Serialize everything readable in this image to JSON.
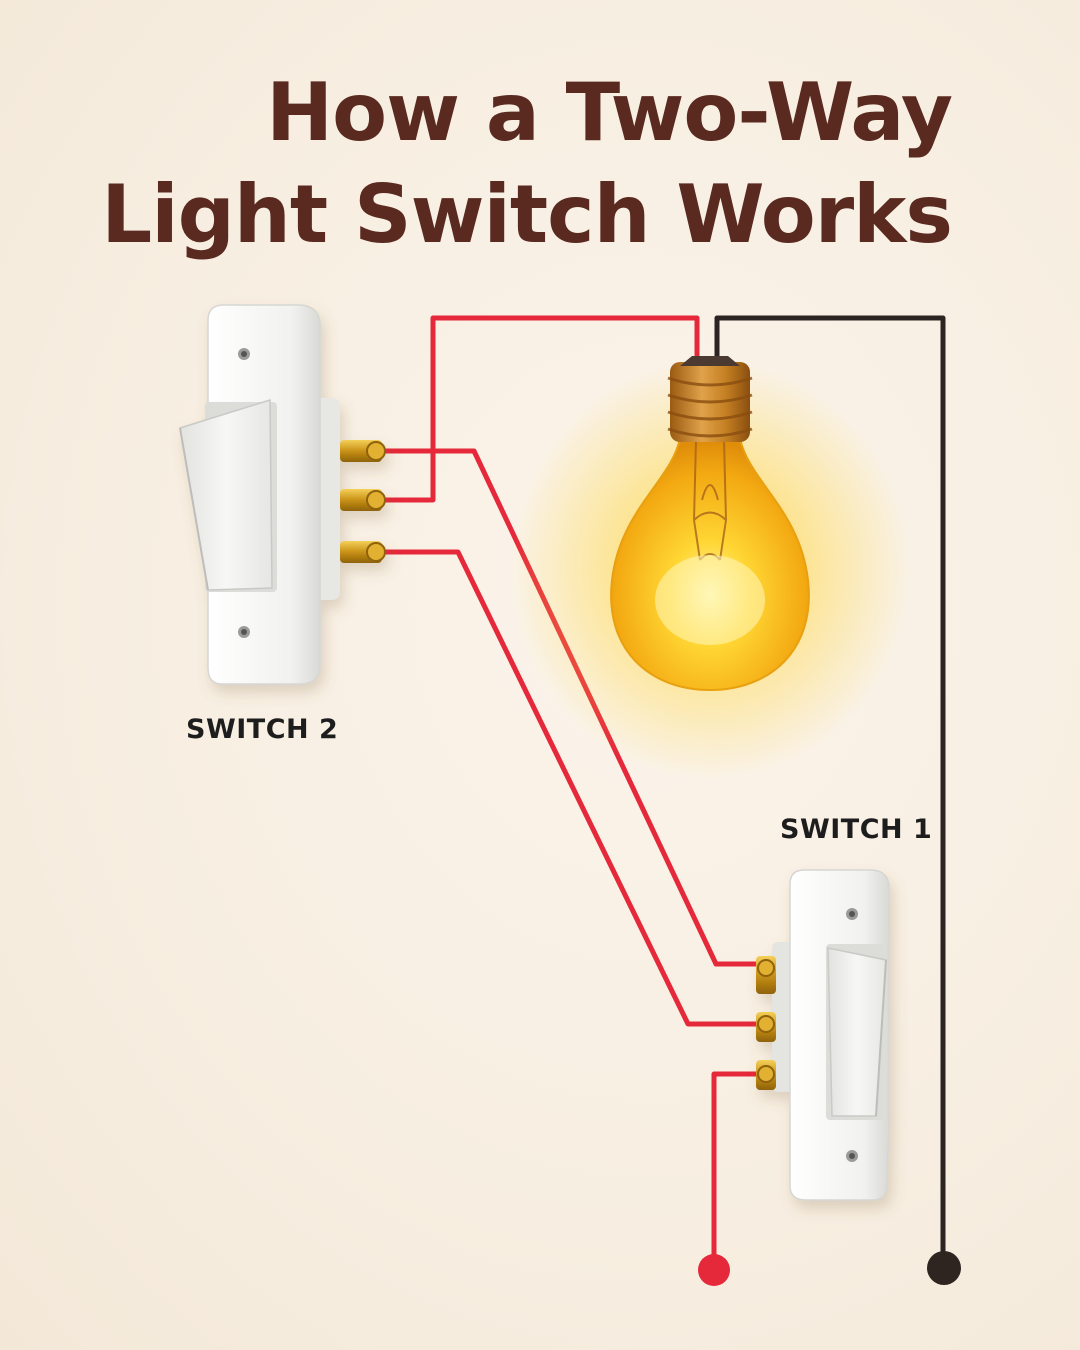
{
  "title": {
    "line1": "How a Two-Way",
    "line2": "Light Switch Works"
  },
  "labels": {
    "switch2": "SWITCH 2",
    "switch1": "SWITCH 1"
  },
  "colors": {
    "background": "#f8f0e4",
    "title": "#5a2a20",
    "live_wire": "#e5283a",
    "neutral_wire": "#2b2422",
    "bulb_glass": "#f6b713",
    "bulb_glow": "#ffd24a",
    "switch_plate": "#f4f4f2",
    "terminal_brass": "#d6a21c"
  },
  "icons": [
    "switch-2-icon",
    "switch-1-icon",
    "light-bulb-icon",
    "live-terminal-dot-icon",
    "neutral-terminal-dot-icon"
  ]
}
